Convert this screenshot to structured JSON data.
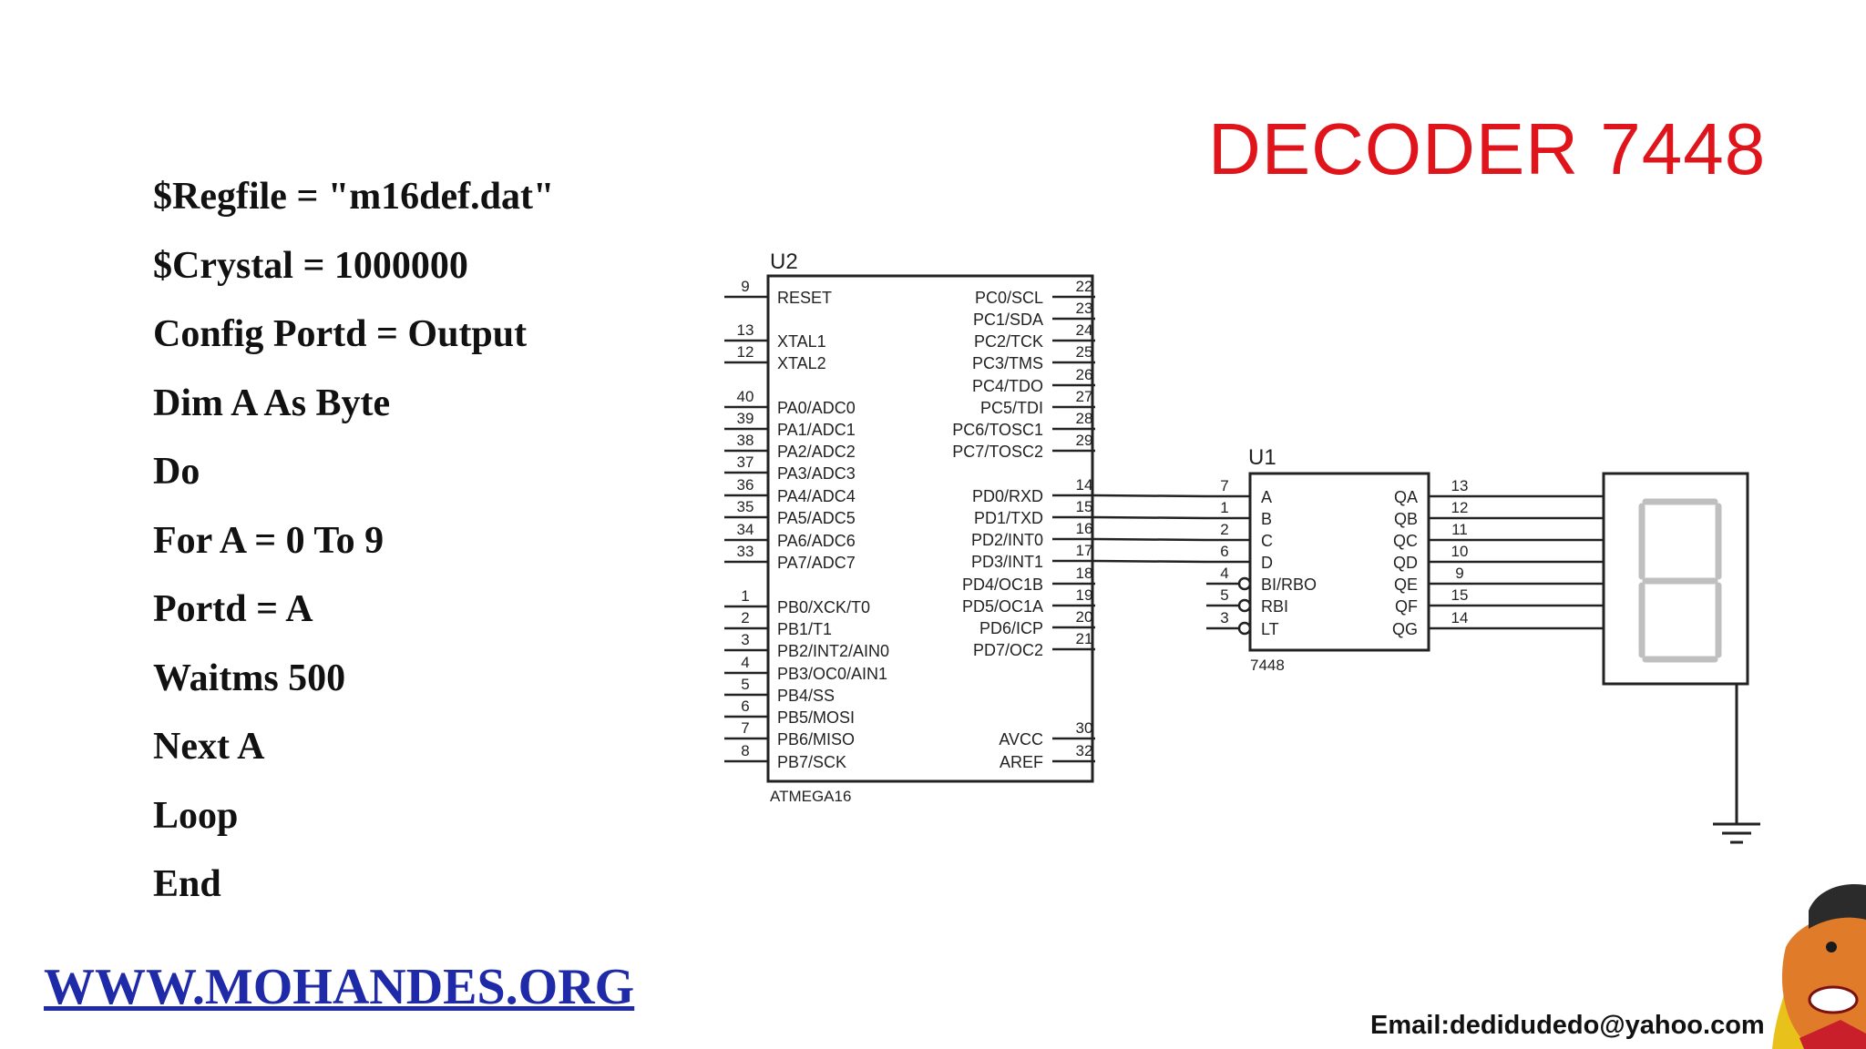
{
  "slide_title": "DECODER 7448",
  "code_lines": [
    "$Regfile = \"m16def.dat\"",
    "$Crystal = 1000000",
    "Config Portd = Output",
    "Dim A As Byte",
    "Do",
    "For A = 0 To 9",
    "Portd = A",
    "Waitms 500",
    "Next A",
    "Loop",
    "End"
  ],
  "website": "WWW.MOHANDES.ORG",
  "email": "Email:dedidudedo@yahoo.com",
  "colors": {
    "title": "#e0141b",
    "website": "#1f2aa8",
    "wire": "#222222",
    "segment": "#bfbfbf"
  },
  "mcu": {
    "ref": "U2",
    "part": "ATMEGA16",
    "left_pins": [
      {
        "num": "9",
        "label": "RESET"
      },
      {
        "num": "13",
        "label": "XTAL1"
      },
      {
        "num": "12",
        "label": "XTAL2"
      },
      {
        "num": "40",
        "label": "PA0/ADC0"
      },
      {
        "num": "39",
        "label": "PA1/ADC1"
      },
      {
        "num": "38",
        "label": "PA2/ADC2"
      },
      {
        "num": "37",
        "label": "PA3/ADC3"
      },
      {
        "num": "36",
        "label": "PA4/ADC4"
      },
      {
        "num": "35",
        "label": "PA5/ADC5"
      },
      {
        "num": "34",
        "label": "PA6/ADC6"
      },
      {
        "num": "33",
        "label": "PA7/ADC7"
      },
      {
        "num": "1",
        "label": "PB0/XCK/T0"
      },
      {
        "num": "2",
        "label": "PB1/T1"
      },
      {
        "num": "3",
        "label": "PB2/INT2/AIN0"
      },
      {
        "num": "4",
        "label": "PB3/OC0/AIN1"
      },
      {
        "num": "5",
        "label": "PB4/SS"
      },
      {
        "num": "6",
        "label": "PB5/MOSI"
      },
      {
        "num": "7",
        "label": "PB6/MISO"
      },
      {
        "num": "8",
        "label": "PB7/SCK"
      }
    ],
    "right_pins": [
      {
        "num": "22",
        "label": "PC0/SCL"
      },
      {
        "num": "23",
        "label": "PC1/SDA"
      },
      {
        "num": "24",
        "label": "PC2/TCK"
      },
      {
        "num": "25",
        "label": "PC3/TMS"
      },
      {
        "num": "26",
        "label": "PC4/TDO"
      },
      {
        "num": "27",
        "label": "PC5/TDI"
      },
      {
        "num": "28",
        "label": "PC6/TOSC1"
      },
      {
        "num": "29",
        "label": "PC7/TOSC2"
      },
      {
        "num": "14",
        "label": "PD0/RXD"
      },
      {
        "num": "15",
        "label": "PD1/TXD"
      },
      {
        "num": "16",
        "label": "PD2/INT0"
      },
      {
        "num": "17",
        "label": "PD3/INT1"
      },
      {
        "num": "18",
        "label": "PD4/OC1B"
      },
      {
        "num": "19",
        "label": "PD5/OC1A"
      },
      {
        "num": "20",
        "label": "PD6/ICP"
      },
      {
        "num": "21",
        "label": "PD7/OC2"
      },
      {
        "num": "30",
        "label": "AVCC"
      },
      {
        "num": "32",
        "label": "AREF"
      }
    ]
  },
  "decoder": {
    "ref": "U1",
    "part": "7448",
    "input_pins": [
      {
        "num": "7",
        "label": "A"
      },
      {
        "num": "1",
        "label": "B"
      },
      {
        "num": "2",
        "label": "C"
      },
      {
        "num": "6",
        "label": "D"
      },
      {
        "num": "4",
        "label": "BI/RBO"
      },
      {
        "num": "5",
        "label": "RBI"
      },
      {
        "num": "3",
        "label": "LT"
      }
    ],
    "output_pins": [
      {
        "num": "13",
        "label": "QA"
      },
      {
        "num": "12",
        "label": "QB"
      },
      {
        "num": "11",
        "label": "QC"
      },
      {
        "num": "10",
        "label": "QD"
      },
      {
        "num": "9",
        "label": "QE"
      },
      {
        "num": "15",
        "label": "QF"
      },
      {
        "num": "14",
        "label": "QG"
      }
    ]
  }
}
